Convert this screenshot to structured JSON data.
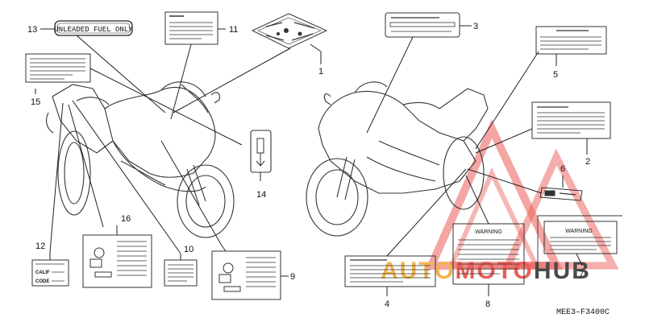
{
  "label_13_text": "UNLEADED FUEL ONLY",
  "warning_text": "WARNING",
  "code_label_1": "CALIF",
  "code_label_2": "CODE",
  "diagram_code": "MEE3–F3400C",
  "watermark": {
    "text_a": "AUTO",
    "text_b": "MOTO",
    "text_c": "HUB",
    "color_red": "#e8403a",
    "color_orange": "#f0a830",
    "color_dark": "#2b2b2b"
  },
  "callouts": [
    "1",
    "2",
    "3",
    "4",
    "5",
    "6",
    "7",
    "8",
    "9",
    "10",
    "11",
    "12",
    "13",
    "14",
    "15",
    "16"
  ]
}
